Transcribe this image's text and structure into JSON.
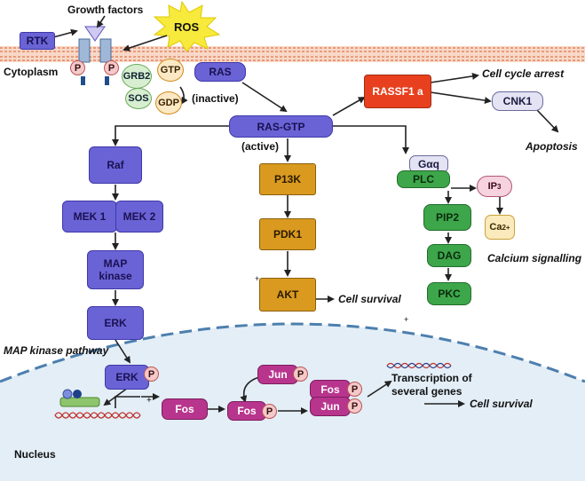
{
  "labels": {
    "growth_factors": "Growth factors",
    "ros": "ROS",
    "rtk": "RTK",
    "cytoplasm": "Cytoplasm",
    "grb2": "GRB2",
    "sos": "SOS",
    "gtp": "GTP",
    "gdp": "GDP",
    "ras": "RAS",
    "inactive": "(inactive)",
    "ras_gtp": "RAS-GTP",
    "active": "(active)",
    "rassf1a": "RASSF1 a",
    "cell_cycle_arrest": "Cell cycle arrest",
    "cnk1": "CNK1",
    "apoptosis": "Apoptosis",
    "raf": "Raf",
    "mek1": "MEK 1",
    "mek2": "MEK 2",
    "map_kinase_1": "MAP",
    "map_kinase_2": "kinase",
    "erk": "ERK",
    "map_kinase_pathway": "MAP kinase pathway",
    "p13k": "P13K",
    "pdk1": "PDK1",
    "akt": "AKT",
    "cell_survival": "Cell survival",
    "gaq": "Gαq",
    "plc": "PLC",
    "ip3": "IP",
    "ip3_sub": "3",
    "pip2": "PIP2",
    "ca": "Ca",
    "ca_sup": "2+",
    "dag": "DAG",
    "calcium_signalling": "Calcium signalling",
    "pkc": "PKC",
    "p": "P",
    "jun": "Jun",
    "fos": "Fos",
    "transcription_1": "Transcription of",
    "transcription_2": "several genes",
    "cell_survival_2": "Cell survival",
    "nucleus": "Nucleus",
    "plus": "+"
  },
  "colors": {
    "membrane": "#f2b79a",
    "nucleus_fill": "#e3eef7",
    "nucleus_border": "#4d7fae",
    "blue_node": "#6a63d6",
    "gold_node": "#d99a1f",
    "green_node": "#3da64a",
    "magenta_node": "#b8358e",
    "red_node": "#e8401e",
    "ros_burst": "#f7ea3c"
  }
}
